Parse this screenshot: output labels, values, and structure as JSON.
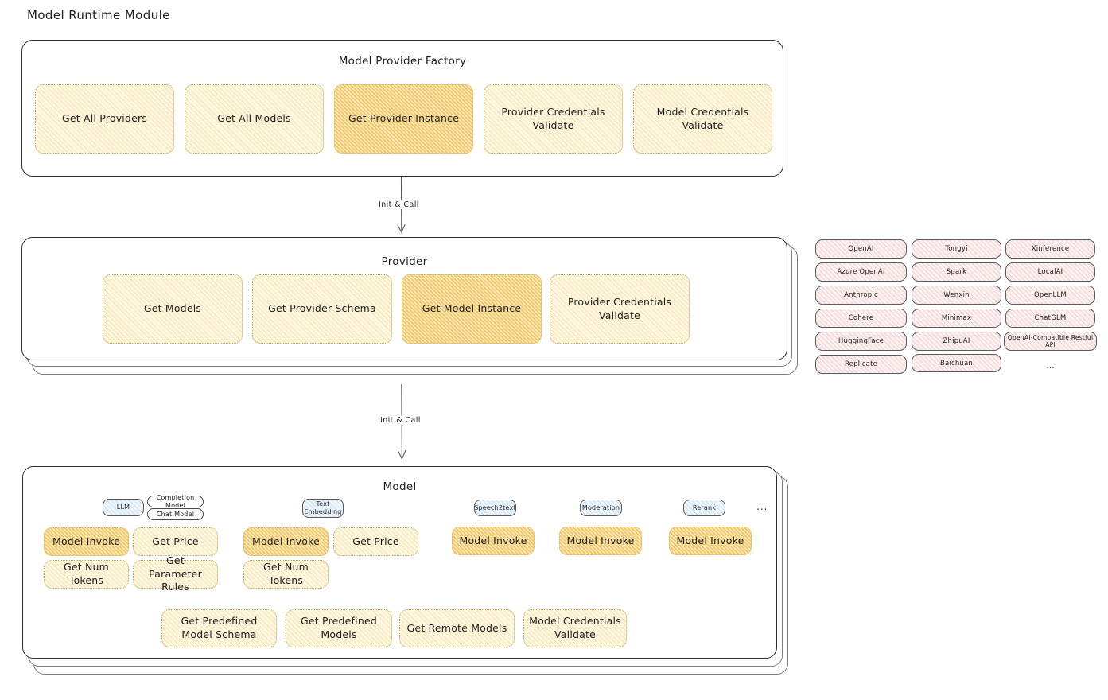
{
  "page": {
    "title": "Model Runtime Module"
  },
  "factory": {
    "title": "Model Provider Factory",
    "nodes": [
      {
        "label": "Get All Providers",
        "highlighted": false
      },
      {
        "label": "Get All Models",
        "highlighted": false
      },
      {
        "label": "Get Provider Instance",
        "highlighted": true
      },
      {
        "label": "Provider Credentials Validate",
        "highlighted": false
      },
      {
        "label": "Model Credentials Validate",
        "highlighted": false
      }
    ]
  },
  "arrows": [
    {
      "label": "Init & Call",
      "from": "Model Provider Factory",
      "to": "Provider"
    },
    {
      "label": "Init & Call",
      "from": "Provider",
      "to": "Model"
    }
  ],
  "provider": {
    "title": "Provider",
    "nodes": [
      {
        "label": "Get Models",
        "highlighted": false
      },
      {
        "label": "Get Provider Schema",
        "highlighted": false
      },
      {
        "label": "Get Model Instance",
        "highlighted": true
      },
      {
        "label": "Provider Credentials Validate",
        "highlighted": false
      }
    ]
  },
  "provider_list": {
    "columns": [
      {
        "items": [
          "OpenAI",
          "Azure OpenAI",
          "Anthropic",
          "Cohere",
          "HuggingFace",
          "Replicate"
        ]
      },
      {
        "items": [
          "Tongyi",
          "Spark",
          "Wenxin",
          "Minimax",
          "ZhipuAI",
          "Baichuan"
        ]
      },
      {
        "items": [
          "Xinference",
          "LocalAI",
          "OpenLLM",
          "ChatGLM",
          "OpenAI-Compatible Restful API"
        ]
      }
    ],
    "more_indicator": "..."
  },
  "model": {
    "title": "Model",
    "more_indicator": "...",
    "types": [
      {
        "badge": "LLM",
        "sub_badges": [
          "Completion Model",
          "Chat Model"
        ],
        "nodes": [
          {
            "label": "Model Invoke",
            "highlighted": true
          },
          {
            "label": "Get Price",
            "highlighted": false
          },
          {
            "label": "Get Num Tokens",
            "highlighted": false
          },
          {
            "label": "Get Parameter Rules",
            "highlighted": false
          }
        ]
      },
      {
        "badge": "Text Embedding",
        "sub_badges": [],
        "nodes": [
          {
            "label": "Model Invoke",
            "highlighted": true
          },
          {
            "label": "Get Price",
            "highlighted": false
          },
          {
            "label": "Get Num Tokens",
            "highlighted": false
          }
        ]
      },
      {
        "badge": "Speech2text",
        "sub_badges": [],
        "nodes": [
          {
            "label": "Model Invoke",
            "highlighted": true
          }
        ]
      },
      {
        "badge": "Moderation",
        "sub_badges": [],
        "nodes": [
          {
            "label": "Model Invoke",
            "highlighted": true
          }
        ]
      },
      {
        "badge": "Rerank",
        "sub_badges": [],
        "nodes": [
          {
            "label": "Model Invoke",
            "highlighted": true
          }
        ]
      }
    ],
    "common_nodes": [
      {
        "label": "Get Predefined Model Schema",
        "highlighted": false
      },
      {
        "label": "Get Predefined Models",
        "highlighted": false
      },
      {
        "label": "Get Remote Models",
        "highlighted": false
      },
      {
        "label": "Model Credentials Validate",
        "highlighted": false
      }
    ]
  },
  "colors": {
    "node_fill": "#fdf7e3",
    "node_highlight_fill": "#fbe6b4",
    "chip_fill": "#fdf1f1",
    "badge_fill": "#eef6fc",
    "stroke": "#1e1e1e"
  }
}
